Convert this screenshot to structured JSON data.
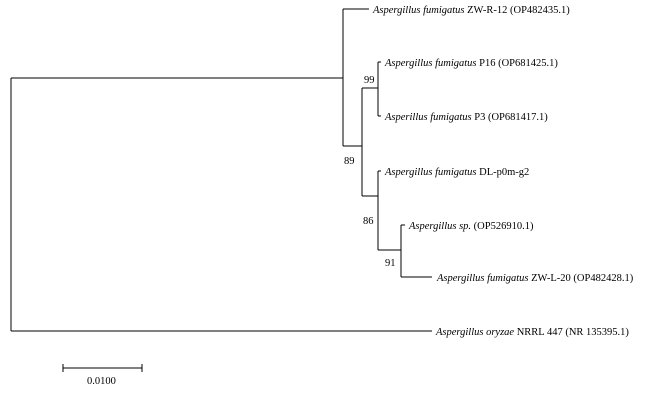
{
  "taxa": [
    {
      "id": "zw_r_12",
      "genus_species": "Aspergillus fumigatus",
      "suffix": " ZW-R-12 (OP482435.1)"
    },
    {
      "id": "p16",
      "genus_species": "Aspergillus fumigatus",
      "suffix": " P16 (OP681425.1)"
    },
    {
      "id": "p3",
      "genus_species": "Asperillus fumigatus",
      "suffix": " P3 (OP681417.1)"
    },
    {
      "id": "dl_p0m_g2",
      "genus_species": "Aspergillus fumigatus",
      "suffix": " DL-p0m-g2"
    },
    {
      "id": "sp",
      "genus_species": "Aspergillus sp.",
      "suffix": " (OP526910.1)"
    },
    {
      "id": "zw_l_20",
      "genus_species": "Aspergillus fumigatus",
      "suffix": " ZW-L-20 (OP482428.1)"
    },
    {
      "id": "oryzae",
      "genus_species": "Aspergillus oryzae",
      "suffix": " NRRL 447 (NR 135395.1)"
    }
  ],
  "bootstrap": {
    "p16_p3": "99",
    "inner_clade": "89",
    "dl_clade": "86",
    "sp_zw_l_20": "91"
  },
  "scale_bar": {
    "label": "0.0100"
  }
}
